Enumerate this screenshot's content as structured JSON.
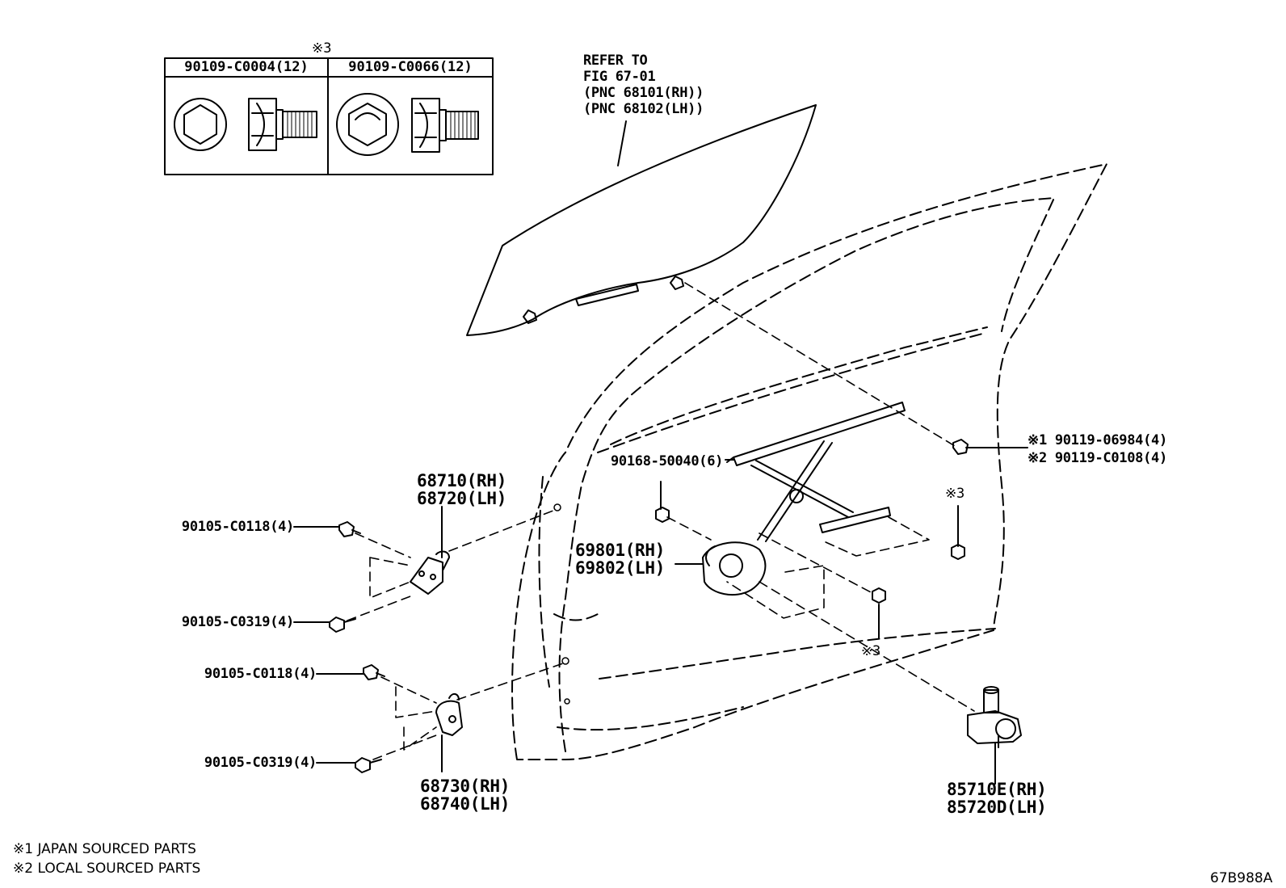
{
  "hardware_table": {
    "mark": "※3",
    "columns": [
      {
        "part": "90109-C0004(12)",
        "icon": "hex-bolt-flange-icon"
      },
      {
        "part": "90109-C0066(12)",
        "icon": "hex-bolt-flange-icon"
      }
    ]
  },
  "glass_ref": {
    "lines": [
      "REFER TO",
      "FIG 67-01",
      "(PNC 68101(RH))",
      "(PNC 68102(LH))"
    ]
  },
  "callouts": {
    "bolt_90119_jp": "※1 90119-06984(4)",
    "bolt_90119_local": "※2 90119-C0108(4)",
    "bolt_90168": "90168-50040(6)",
    "mark_3_right": "※3",
    "mark_3_lower": "※3",
    "hinge_upper_rh": "68710(RH)",
    "hinge_upper_lh": "68720(LH)",
    "bolt_upper_1": "90105-C0118(4)",
    "bolt_upper_2": "90105-C0319(4)",
    "regulator_rh": "69801(RH)",
    "regulator_lh": "69802(LH)",
    "bolt_lower_1": "90105-C0118(4)",
    "bolt_lower_2": "90105-C0319(4)",
    "hinge_lower_rh": "68730(RH)",
    "hinge_lower_lh": "68740(LH)",
    "motor_rh": "85710E(RH)",
    "motor_lh": "85720D(LH)"
  },
  "footnotes": [
    "※1 JAPAN SOURCED PARTS",
    "※2 LOCAL SOURCED PARTS"
  ],
  "figure_id": "67B988A"
}
